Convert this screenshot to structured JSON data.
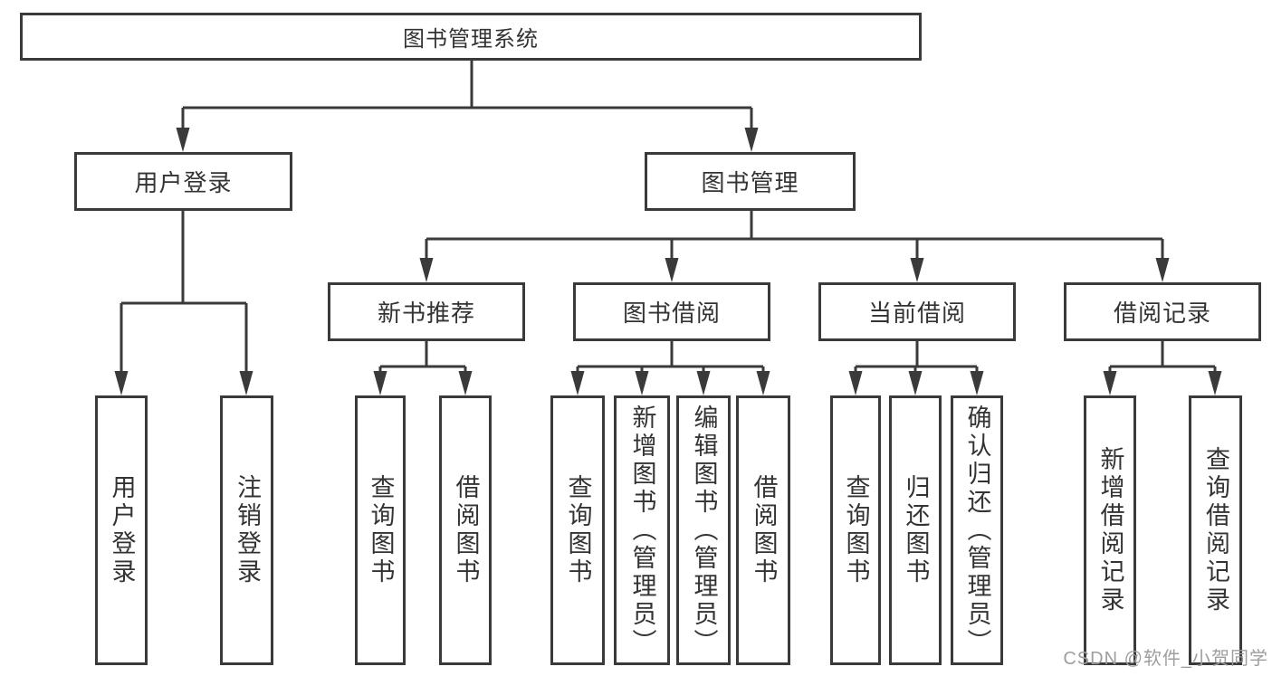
{
  "diagram": {
    "root": {
      "label": "图书管理系统"
    },
    "branches": [
      {
        "label": "用户登录"
      },
      {
        "label": "图书管理"
      }
    ],
    "modules": [
      {
        "label": "新书推荐",
        "parent": "图书管理"
      },
      {
        "label": "图书借阅",
        "parent": "图书管理"
      },
      {
        "label": "当前借阅",
        "parent": "图书管理"
      },
      {
        "label": "借阅记录",
        "parent": "图书管理"
      }
    ],
    "leaves": [
      {
        "label": "用户登录",
        "parent": "用户登录"
      },
      {
        "label": "注销登录",
        "parent": "用户登录"
      },
      {
        "label": "查询图书",
        "parent": "新书推荐"
      },
      {
        "label": "借阅图书",
        "parent": "新书推荐"
      },
      {
        "label": "查询图书",
        "parent": "图书借阅"
      },
      {
        "label": "新增图书（管理员）",
        "parent": "图书借阅"
      },
      {
        "label": "编辑图书（管理员）",
        "parent": "图书借阅"
      },
      {
        "label": "借阅图书",
        "parent": "图书借阅"
      },
      {
        "label": "查询图书",
        "parent": "当前借阅"
      },
      {
        "label": "归还图书",
        "parent": "当前借阅"
      },
      {
        "label": "确认归还（管理员）",
        "parent": "当前借阅"
      },
      {
        "label": "新增借阅记录",
        "parent": "借阅记录"
      },
      {
        "label": "查询借阅记录",
        "parent": "借阅记录"
      }
    ]
  },
  "watermark": {
    "text": "CSDN @软件_小贺同学"
  },
  "colors": {
    "line": "#3a3a3a",
    "text": "#333333",
    "box_background": "#ffffff",
    "background": "#ffffff",
    "watermark": "#9e9e9e"
  }
}
